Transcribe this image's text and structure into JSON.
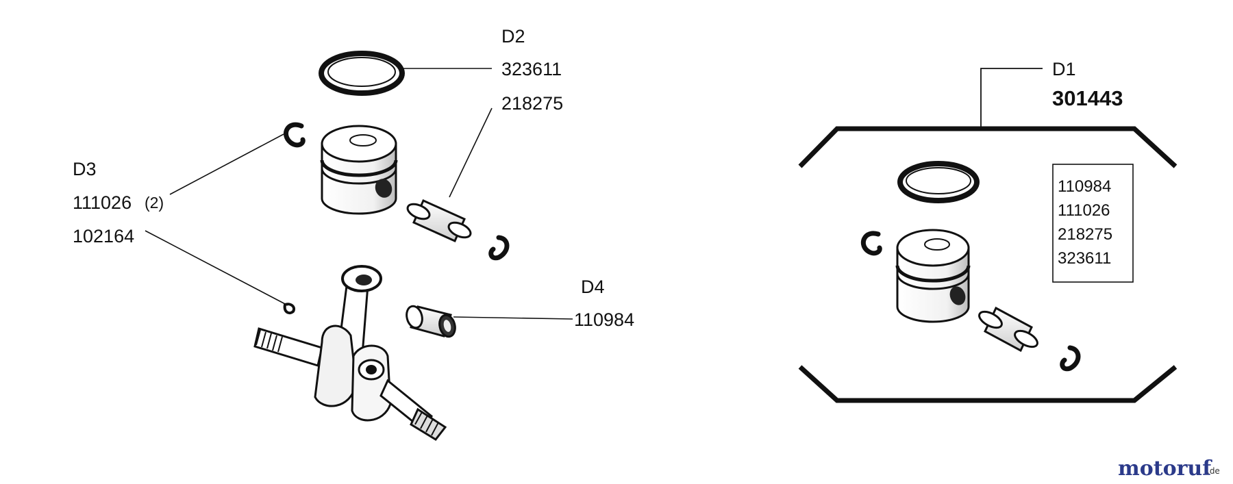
{
  "groups": {
    "d2": {
      "code": "D2",
      "parts": [
        "323611",
        "218275"
      ]
    },
    "d3": {
      "code": "D3",
      "parts": [
        "111026",
        "102164"
      ],
      "qty": "(2)"
    },
    "d4": {
      "code": "D4",
      "parts": [
        "110984"
      ]
    },
    "d1": {
      "code": "D1",
      "kit": "301443",
      "contents": [
        "110984",
        "111026",
        "218275",
        "323611"
      ]
    }
  },
  "watermark": {
    "main": "motoruf",
    "suffix": ".de"
  },
  "colors": {
    "ink": "#111111",
    "wm_blue": "#2b3a8a",
    "wm_red": "#c0262e",
    "wm_orange": "#e08a1a"
  }
}
